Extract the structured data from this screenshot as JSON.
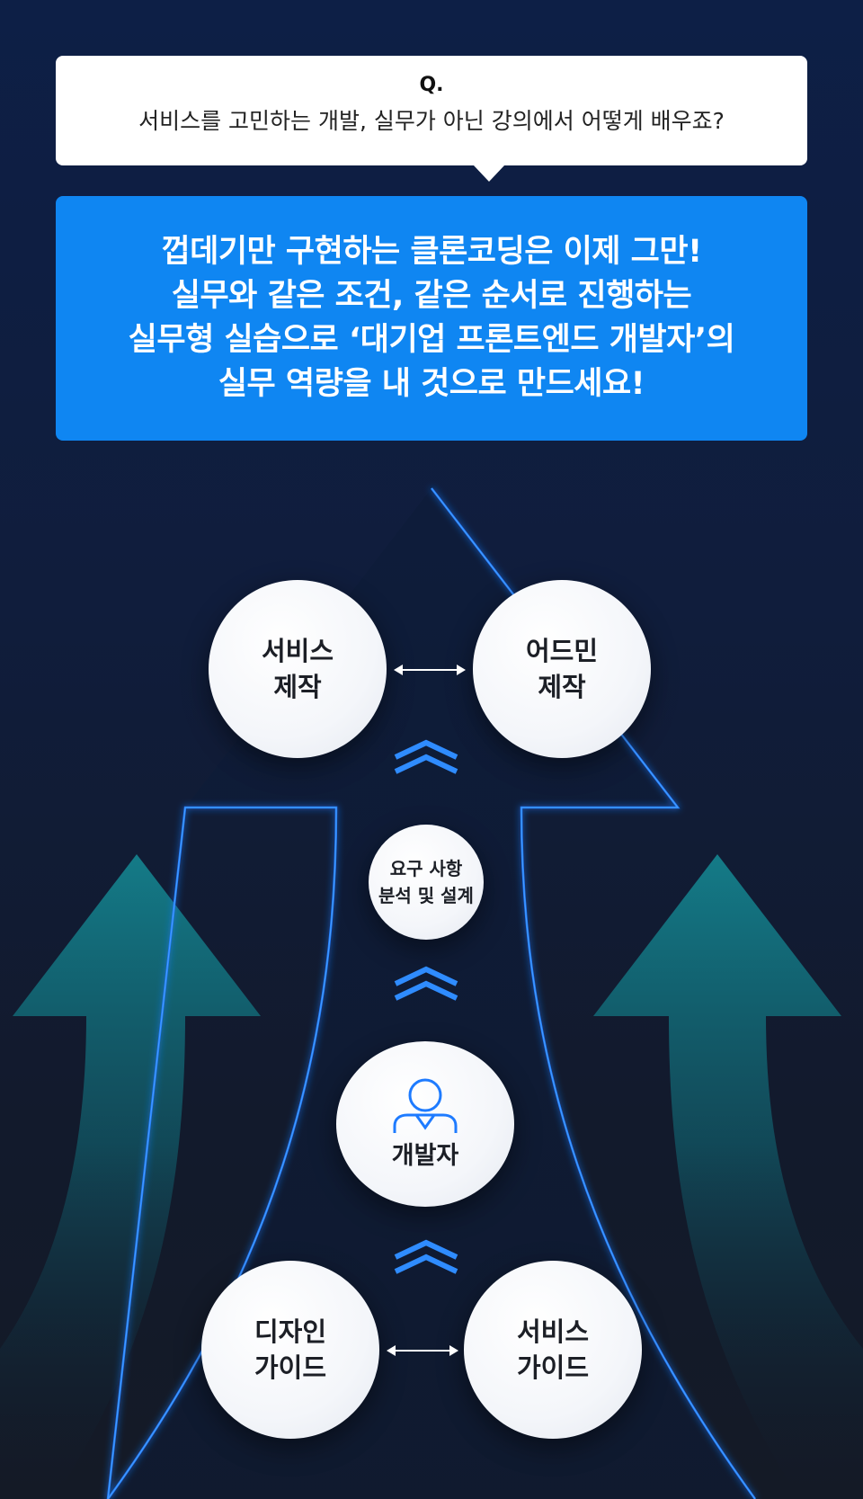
{
  "question": {
    "label": "Q.",
    "text": "서비스를 고민하는 개발, 실무가 아닌 강의에서 어떻게 배우죠?"
  },
  "answer": {
    "lines": [
      "껍데기만 구현하는 클론코딩은 이제 그만!",
      "실무와 같은 조건, 같은 순서로 진행하는",
      "실무형 실습으로 ‘대기업 프론트엔드 개발자’의",
      "실무 역량을 내 것으로 만드세요!"
    ]
  },
  "diagram": {
    "service_production": {
      "line1": "서비스",
      "line2": "제작"
    },
    "admin_production": {
      "line1": "어드민",
      "line2": "제작"
    },
    "requirements": {
      "line1": "요구 사항",
      "line2": "분석 및 설계"
    },
    "developer": {
      "label": "개발자"
    },
    "design_guide": {
      "line1": "디자인",
      "line2": "가이드"
    },
    "service_guide": {
      "line1": "서비스",
      "line2": "가이드"
    }
  },
  "colors": {
    "accent_blue": "#0f86f2",
    "neon_blue": "#1e7bff",
    "teal": "#17808f",
    "background": "#111a30"
  },
  "icons": {
    "developer": "person-icon",
    "step_up": "double-chevron-up-icon",
    "link": "double-arrow-icon"
  }
}
